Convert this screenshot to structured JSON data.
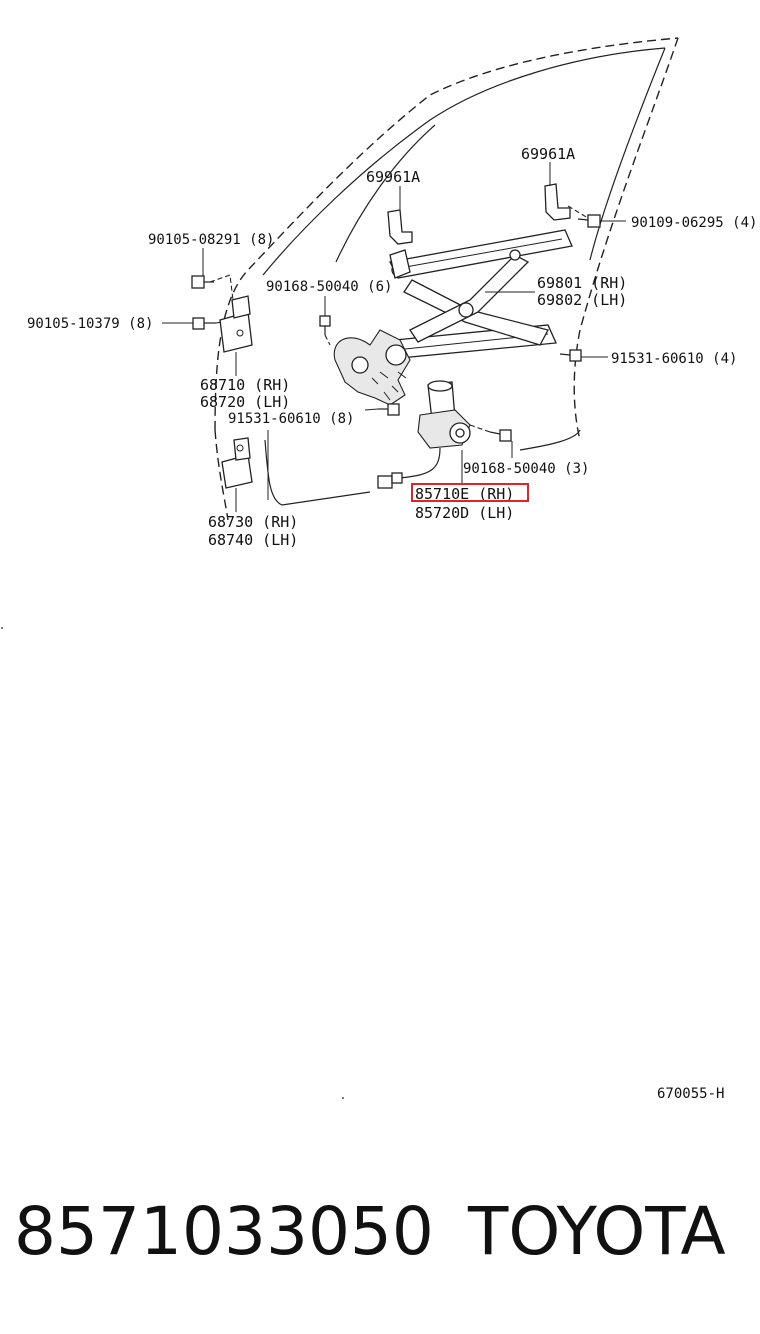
{
  "diagram": {
    "callouts": {
      "c69961a_top": "69961A",
      "c69961a_left": "69961A",
      "c90109": "90109-06295 (4)",
      "c90105_08291": "90105-08291 (8)",
      "c90168_upper": "90168-50040 (6)",
      "c69801": "69801 (RH)",
      "c69802": "69802 (LH)",
      "c90105_10379": "90105-10379 (8)",
      "c91531_right": "91531-60610 (4)",
      "c68710": "68710 (RH)",
      "c68720": "68720 (LH)",
      "c91531_left": "91531-60610 (8)",
      "c90168_lower": "90168-50040 (3)",
      "c85710e": "85710E (RH)",
      "c85720d": "85720D (LH)",
      "c68730": "68730 (RH)",
      "c68740": "68740 (LH)"
    },
    "highlighted_callout": "85710E (RH)",
    "highlight_color": "#e0242a",
    "drawing_code": "670055-H"
  },
  "footer": {
    "part_number": "8571033050",
    "brand": "TOYOTA"
  }
}
